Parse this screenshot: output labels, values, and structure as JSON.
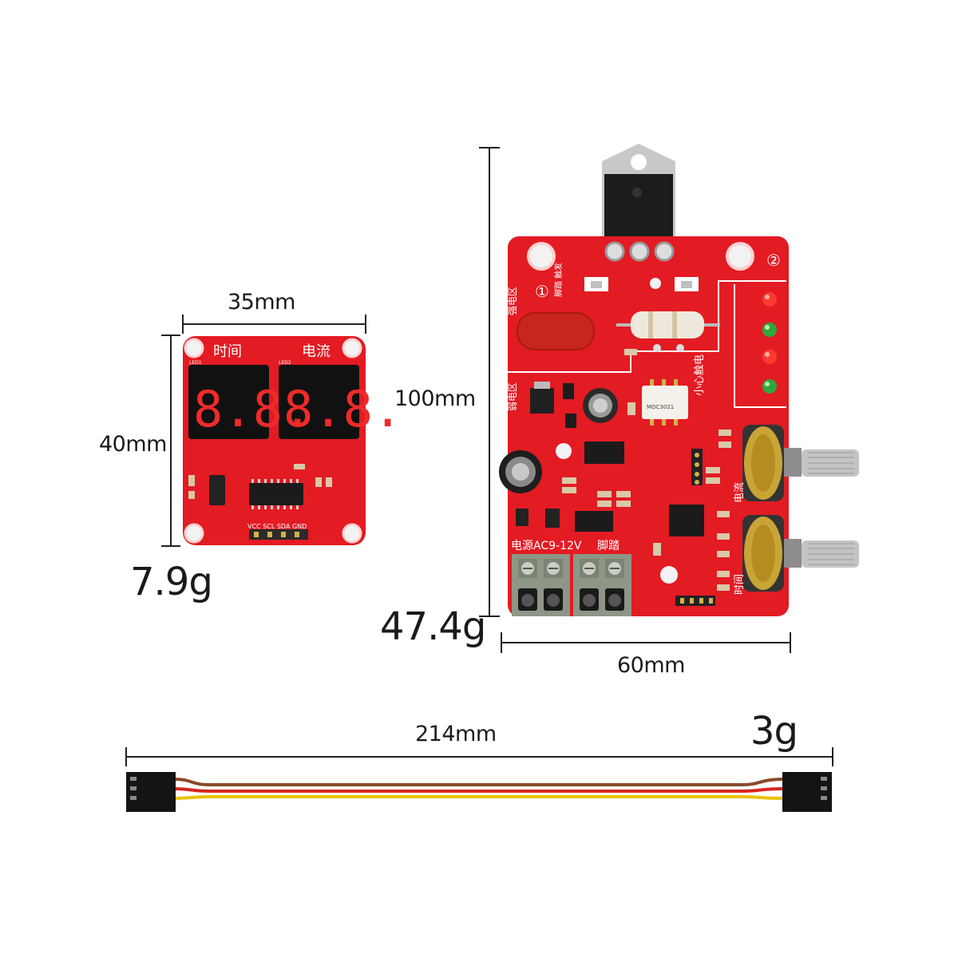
{
  "display_module": {
    "width_label": "35mm",
    "height_label": "40mm",
    "weight_label": "7.9g",
    "silk_time": "时间",
    "silk_current": "电流",
    "silk_led1": "LED1",
    "silk_led2": "LED2",
    "silk_pins": "VCC SCL SDA GND",
    "seg_left": "8.8.",
    "seg_right": "8.8."
  },
  "control_board": {
    "height_label": "100mm",
    "width_label": "60mm",
    "weight_label": "47.4g",
    "silk_power": "电源AC9-12V",
    "silk_foot": "脚踏",
    "silk_time": "时间",
    "silk_current": "电流",
    "silk_careful": "小心触电",
    "silk_strong": "强电区",
    "silk_weak": "弱电区",
    "silk_trigger": "脚踏 触发",
    "silk_moc": "MOC3021",
    "silk_num1": "①",
    "silk_num2": "②"
  },
  "cable": {
    "length_label": "214mm",
    "weight_label": "3g",
    "wire_colors": [
      "#8a4a2a",
      "#d8261e",
      "#e8c200"
    ]
  },
  "colors": {
    "pcb_red": "#e31b23",
    "segment_red": "#f02a2a"
  }
}
